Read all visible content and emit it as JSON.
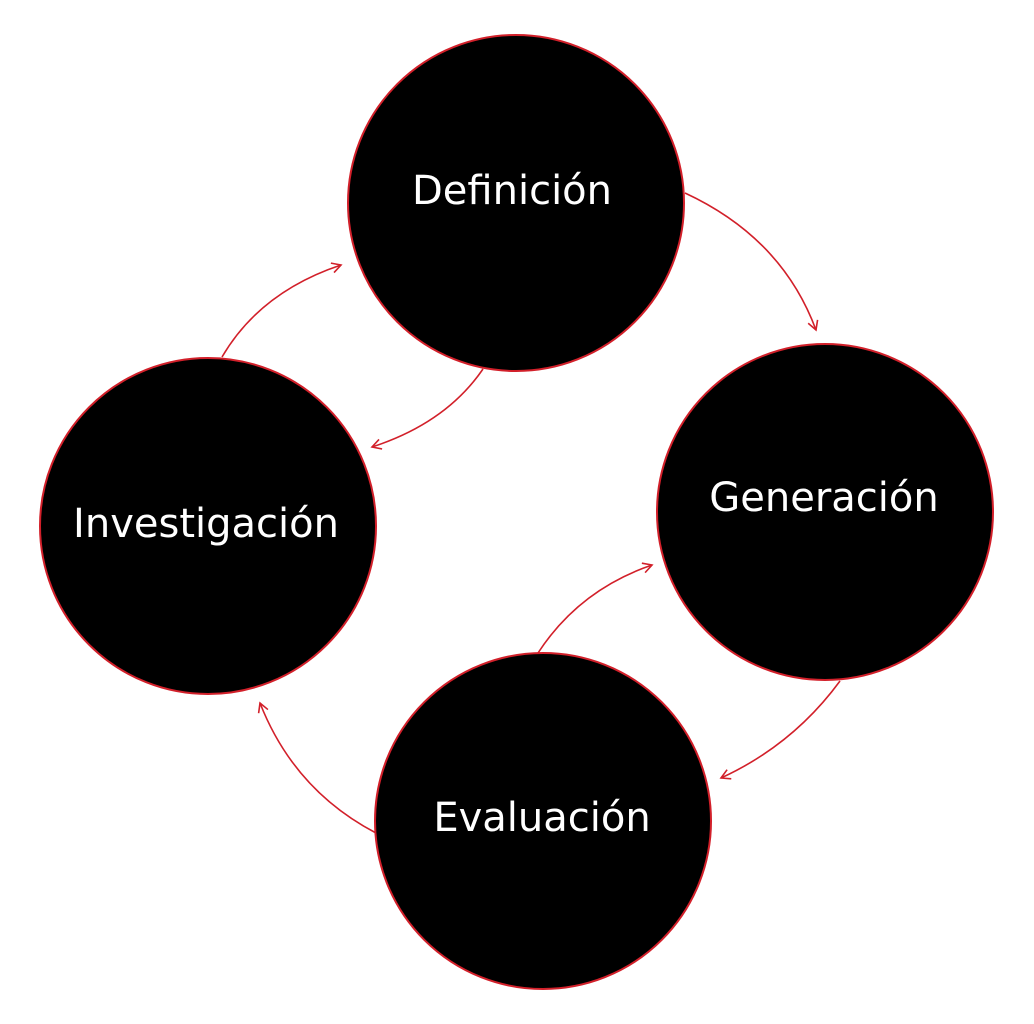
{
  "colors": {
    "background": "#ffffff",
    "node_fill": "#000000",
    "node_stroke": "#d2202a",
    "label_text": "#ffffff",
    "arrow": "#d2202a"
  },
  "nodes": {
    "definicion": {
      "label": "Definición"
    },
    "generacion": {
      "label": "Generación"
    },
    "evaluacion": {
      "label": "Evaluación"
    },
    "investigacion": {
      "label": "Investigación"
    }
  },
  "edges": [
    {
      "from": "Definición",
      "to": "Generación"
    },
    {
      "from": "Generación",
      "to": "Evaluación"
    },
    {
      "from": "Evaluación",
      "to": "Generación"
    },
    {
      "from": "Evaluación",
      "to": "Investigación"
    },
    {
      "from": "Investigación",
      "to": "Definición"
    },
    {
      "from": "Definición",
      "to": "Investigación"
    }
  ]
}
